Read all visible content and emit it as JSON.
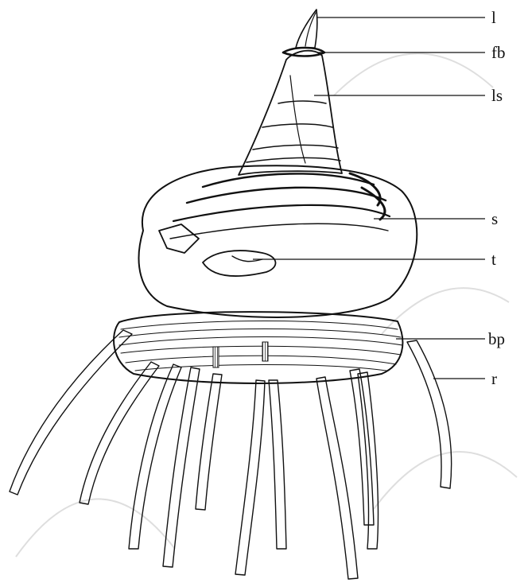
{
  "figure": {
    "labels": [
      {
        "id": "l",
        "text": "l"
      },
      {
        "id": "fb",
        "text": "fb"
      },
      {
        "id": "ls",
        "text": "ls"
      },
      {
        "id": "s",
        "text": "s"
      },
      {
        "id": "t",
        "text": "t"
      },
      {
        "id": "bp",
        "text": "bp"
      },
      {
        "id": "r",
        "text": "r"
      }
    ]
  }
}
